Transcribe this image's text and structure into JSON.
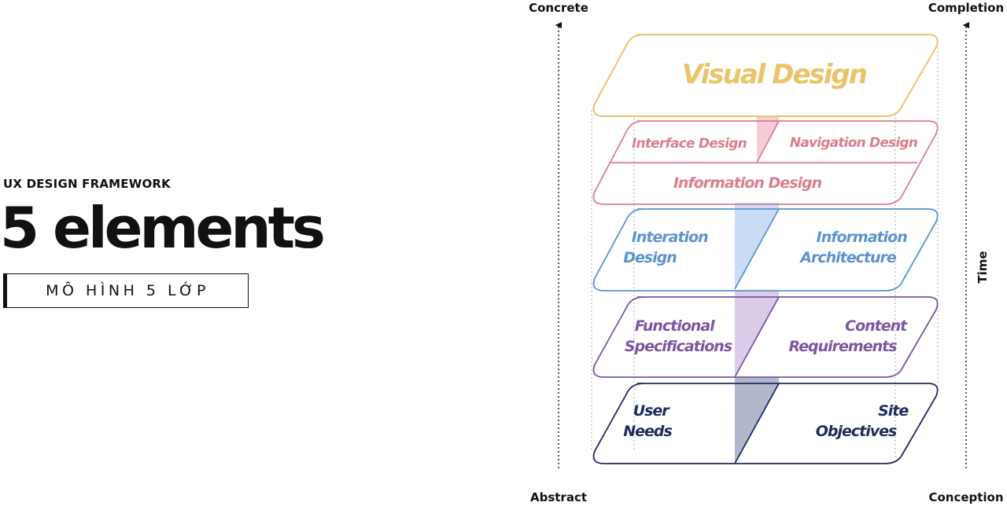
{
  "intro": {
    "kicker": "UX DESIGN FRAMEWORK",
    "title": "5 elements",
    "badge": "MÔ HÌNH 5 LỚP"
  },
  "axes": {
    "left_top": "Concrete",
    "left_bottom": "Abstract",
    "right_top": "Completion",
    "right_bottom": "Conception",
    "right_side": "Time"
  },
  "layers": {
    "surface": {
      "color": "#e9c46a",
      "label": "Visual Design"
    },
    "skeleton": {
      "color": "#d97f8e",
      "interface": "Interface Design",
      "navigation": "Navigation Design",
      "information": "Information Design"
    },
    "structure": {
      "color": "#5b93cf",
      "left": [
        "Interation",
        "Design"
      ],
      "right": [
        "Information",
        "Architecture"
      ]
    },
    "scope": {
      "color": "#7c56a0",
      "left": [
        "Functional",
        "Specifications"
      ],
      "right": [
        "Content",
        "Requirements"
      ]
    },
    "strategy": {
      "color": "#1e2a5c",
      "left": [
        "User",
        "Needs"
      ],
      "right": [
        "Site",
        "Objectives"
      ]
    }
  }
}
